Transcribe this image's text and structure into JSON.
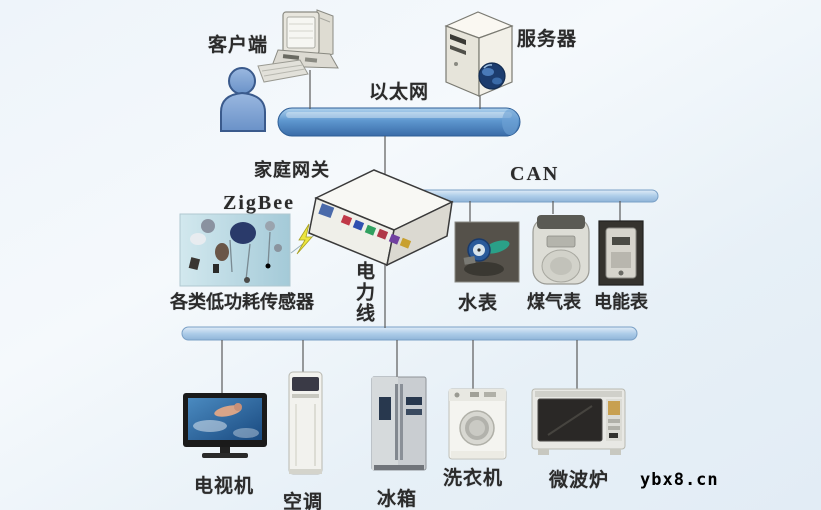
{
  "diagram": {
    "type": "smart-home-network-architecture",
    "nodes": {
      "client": {
        "label": "客户端"
      },
      "server": {
        "label": "服务器"
      },
      "ethernet_bus": {
        "label": "以太网"
      },
      "home_gateway": {
        "label": "家庭网关"
      },
      "can_bus": {
        "label": "CAN"
      },
      "zigbee_link": {
        "label": "ZigBee"
      },
      "sensors": {
        "label": "各类低功耗传感器"
      },
      "power_line_bus": {
        "label": "电力线"
      },
      "water_meter": {
        "label": "水表"
      },
      "gas_meter": {
        "label": "煤气表"
      },
      "energy_meter": {
        "label": "电能表"
      },
      "tv": {
        "label": "电视机"
      },
      "air_conditioner": {
        "label": "空调"
      },
      "refrigerator": {
        "label": "冰箱"
      },
      "washing_machine": {
        "label": "洗衣机"
      },
      "microwave_oven": {
        "label": "微波炉"
      }
    },
    "connections": [
      {
        "from": "client",
        "to": "ethernet_bus"
      },
      {
        "from": "server",
        "to": "ethernet_bus"
      },
      {
        "from": "ethernet_bus",
        "to": "home_gateway"
      },
      {
        "from": "home_gateway",
        "to": "can_bus"
      },
      {
        "from": "can_bus",
        "to": "water_meter"
      },
      {
        "from": "can_bus",
        "to": "gas_meter"
      },
      {
        "from": "can_bus",
        "to": "energy_meter"
      },
      {
        "from": "home_gateway",
        "to": "sensors",
        "via": "zigbee_link"
      },
      {
        "from": "home_gateway",
        "to": "power_line_bus"
      },
      {
        "from": "power_line_bus",
        "to": "tv"
      },
      {
        "from": "power_line_bus",
        "to": "air_conditioner"
      },
      {
        "from": "power_line_bus",
        "to": "refrigerator"
      },
      {
        "from": "power_line_bus",
        "to": "washing_machine"
      },
      {
        "from": "power_line_bus",
        "to": "microwave_oven"
      }
    ]
  },
  "watermark": {
    "text": "ybx8.cn"
  },
  "colors": {
    "background_top": "#eef4fa",
    "background_bottom": "#e2ecf5",
    "ethernet_pipe": "#5e97cf",
    "bus_bar": "#aecde9",
    "connector_line": "#5a5a5a",
    "label_text": "#2b2b2b",
    "person_blue": "#7ba3d6",
    "zigbee_lightning": "#e8e23a",
    "watermark_text": "#000000"
  }
}
